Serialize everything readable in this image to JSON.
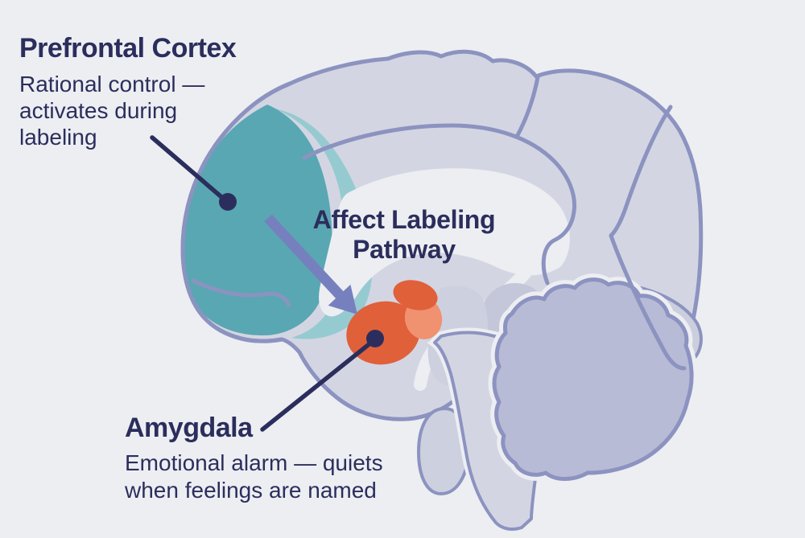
{
  "colors": {
    "bg": "#EDEEF2",
    "ink": "#2B2E5C",
    "outline": "#8C93C0",
    "brain": "#D3D6E2",
    "brain-light": "#CBCFDD",
    "lavender": "#B7BBD6",
    "midline": "#CDD0DE",
    "thalamus": "#C4C7DA",
    "teal": "#59A7B3",
    "teal-light": "#96CAD1",
    "orange": "#E0603A",
    "orange-light": "#F09170",
    "arrow": "#7780BE"
  },
  "annotations": {
    "prefrontal": {
      "heading": "Prefrontal Cortex",
      "desc": [
        "Rational control —",
        "activates during",
        "labeling"
      ]
    },
    "pathway": {
      "lines": [
        "Affect Labeling",
        "Pathway"
      ]
    },
    "amygdala": {
      "heading": "Amygdala",
      "desc": [
        "Emotional alarm — quiets",
        "when feelings are named"
      ]
    }
  }
}
